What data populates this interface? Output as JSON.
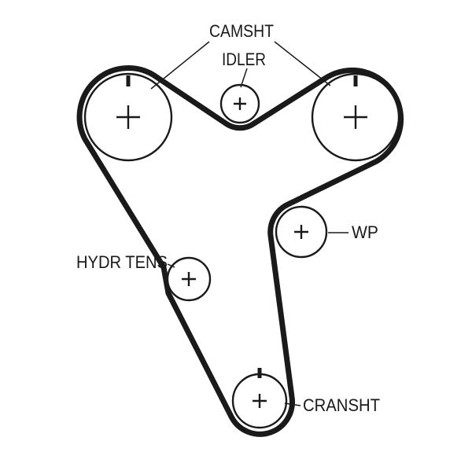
{
  "diagram": {
    "kind": "timing-belt-routing-diagram",
    "colors": {
      "background": "#ffffff",
      "line": "#1a1a1a"
    },
    "labels": {
      "camshaft": "CAMSHT",
      "idler": "IDLER",
      "water_pump": "WP",
      "hydraulic_tensioner": "HYDR TENS",
      "crankshaft": "CRANSHT"
    },
    "components": [
      {
        "id": "camshaft-left",
        "type": "pulley",
        "label": "CAMSHT",
        "has_timing_mark": true,
        "has_center_cross": true
      },
      {
        "id": "camshaft-right",
        "type": "pulley",
        "label": "CAMSHT",
        "has_timing_mark": true,
        "has_center_cross": true
      },
      {
        "id": "idler",
        "type": "pulley",
        "label": "IDLER",
        "has_timing_mark": false,
        "has_center_cross": true
      },
      {
        "id": "water-pump",
        "type": "pulley",
        "label": "WP",
        "has_timing_mark": false,
        "has_center_cross": true
      },
      {
        "id": "hydraulic-tensioner",
        "type": "pulley",
        "label": "HYDR TENS",
        "has_timing_mark": false,
        "has_center_cross": true
      },
      {
        "id": "crankshaft",
        "type": "pulley",
        "label": "CRANSHT",
        "has_timing_mark": true,
        "has_center_cross": true
      }
    ]
  }
}
